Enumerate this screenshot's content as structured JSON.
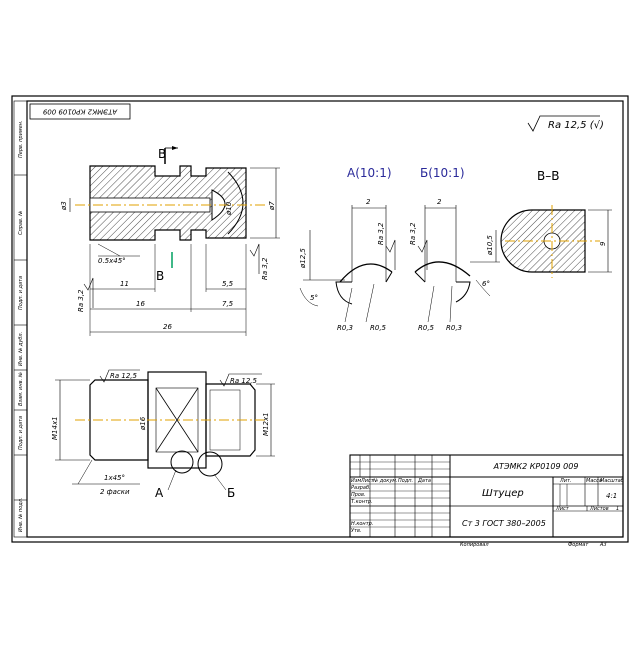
{
  "drawing": {
    "stamp_code": "АТЭМК2 КР0109 009",
    "roughness_note": "Ra 12,5 (√)",
    "views": {
      "section_mark": "В",
      "detail_a_title": "А(10:1)",
      "detail_b_title": "Б(10:1)",
      "section_title": "В–В",
      "callout_a": "А",
      "callout_b": "Б"
    },
    "dims_top": {
      "d3": "ø3",
      "d7": "ø7",
      "d10": "ø10",
      "chamfer": "0.5x45°",
      "ra32": "Ra 3,2",
      "l11": "11",
      "l16": "16",
      "l26": "26",
      "l55": "5,5",
      "l75": "7,5"
    },
    "dims_detail": {
      "two_a": "2",
      "two_b": "2",
      "d125": "ø12,5",
      "d105": "ø10,5",
      "ra32_a": "Ra 3,2",
      "ra32_b": "Ra 3,2",
      "ang_a": "5°",
      "ang_b": "6°",
      "r03_a": "R0,3",
      "r05_a": "R0,5",
      "r05_b": "R0,5",
      "r03_b": "R0,3",
      "nine": "9"
    },
    "dims_bottom": {
      "ra125_left": "Ra 12,5",
      "ra125_right": "Ra 12,5",
      "m14": "M14x1",
      "m12": "M12x1",
      "d16": "ø16",
      "chamfer": "1x45°",
      "chamfer_note": "2 фаски"
    },
    "side_strip": [
      "Перв. примен.",
      "Справ. №",
      "Подп. и дата",
      "Инв. № дубл.",
      "Взам. инв. №",
      "Подп. и дата",
      "Инв. № подл."
    ],
    "title_block": {
      "code": "АТЭМК2 КР0109 009",
      "part_name": "Штуцер",
      "material": "Ст 3  ГОСТ 380–2005",
      "scale": "4:1",
      "col_lit": "Лит.",
      "col_mass": "Масса",
      "col_scale": "Масштаб",
      "sheet": "Лист",
      "sheets": "Листов",
      "sheets_count": "1",
      "h_izm": "Изм",
      "h_list": "Лист",
      "h_doc": "№ докум.",
      "h_sign": "Подп.",
      "h_date": "Дата",
      "r_razrab": "Разраб.",
      "r_prov": "Пров.",
      "r_tkontr": "Т.контр.",
      "r_nkontr": "Н.контр.",
      "r_utv": "Утв.",
      "copied": "Копировал",
      "format": "Формат",
      "format_val": "А3"
    }
  }
}
